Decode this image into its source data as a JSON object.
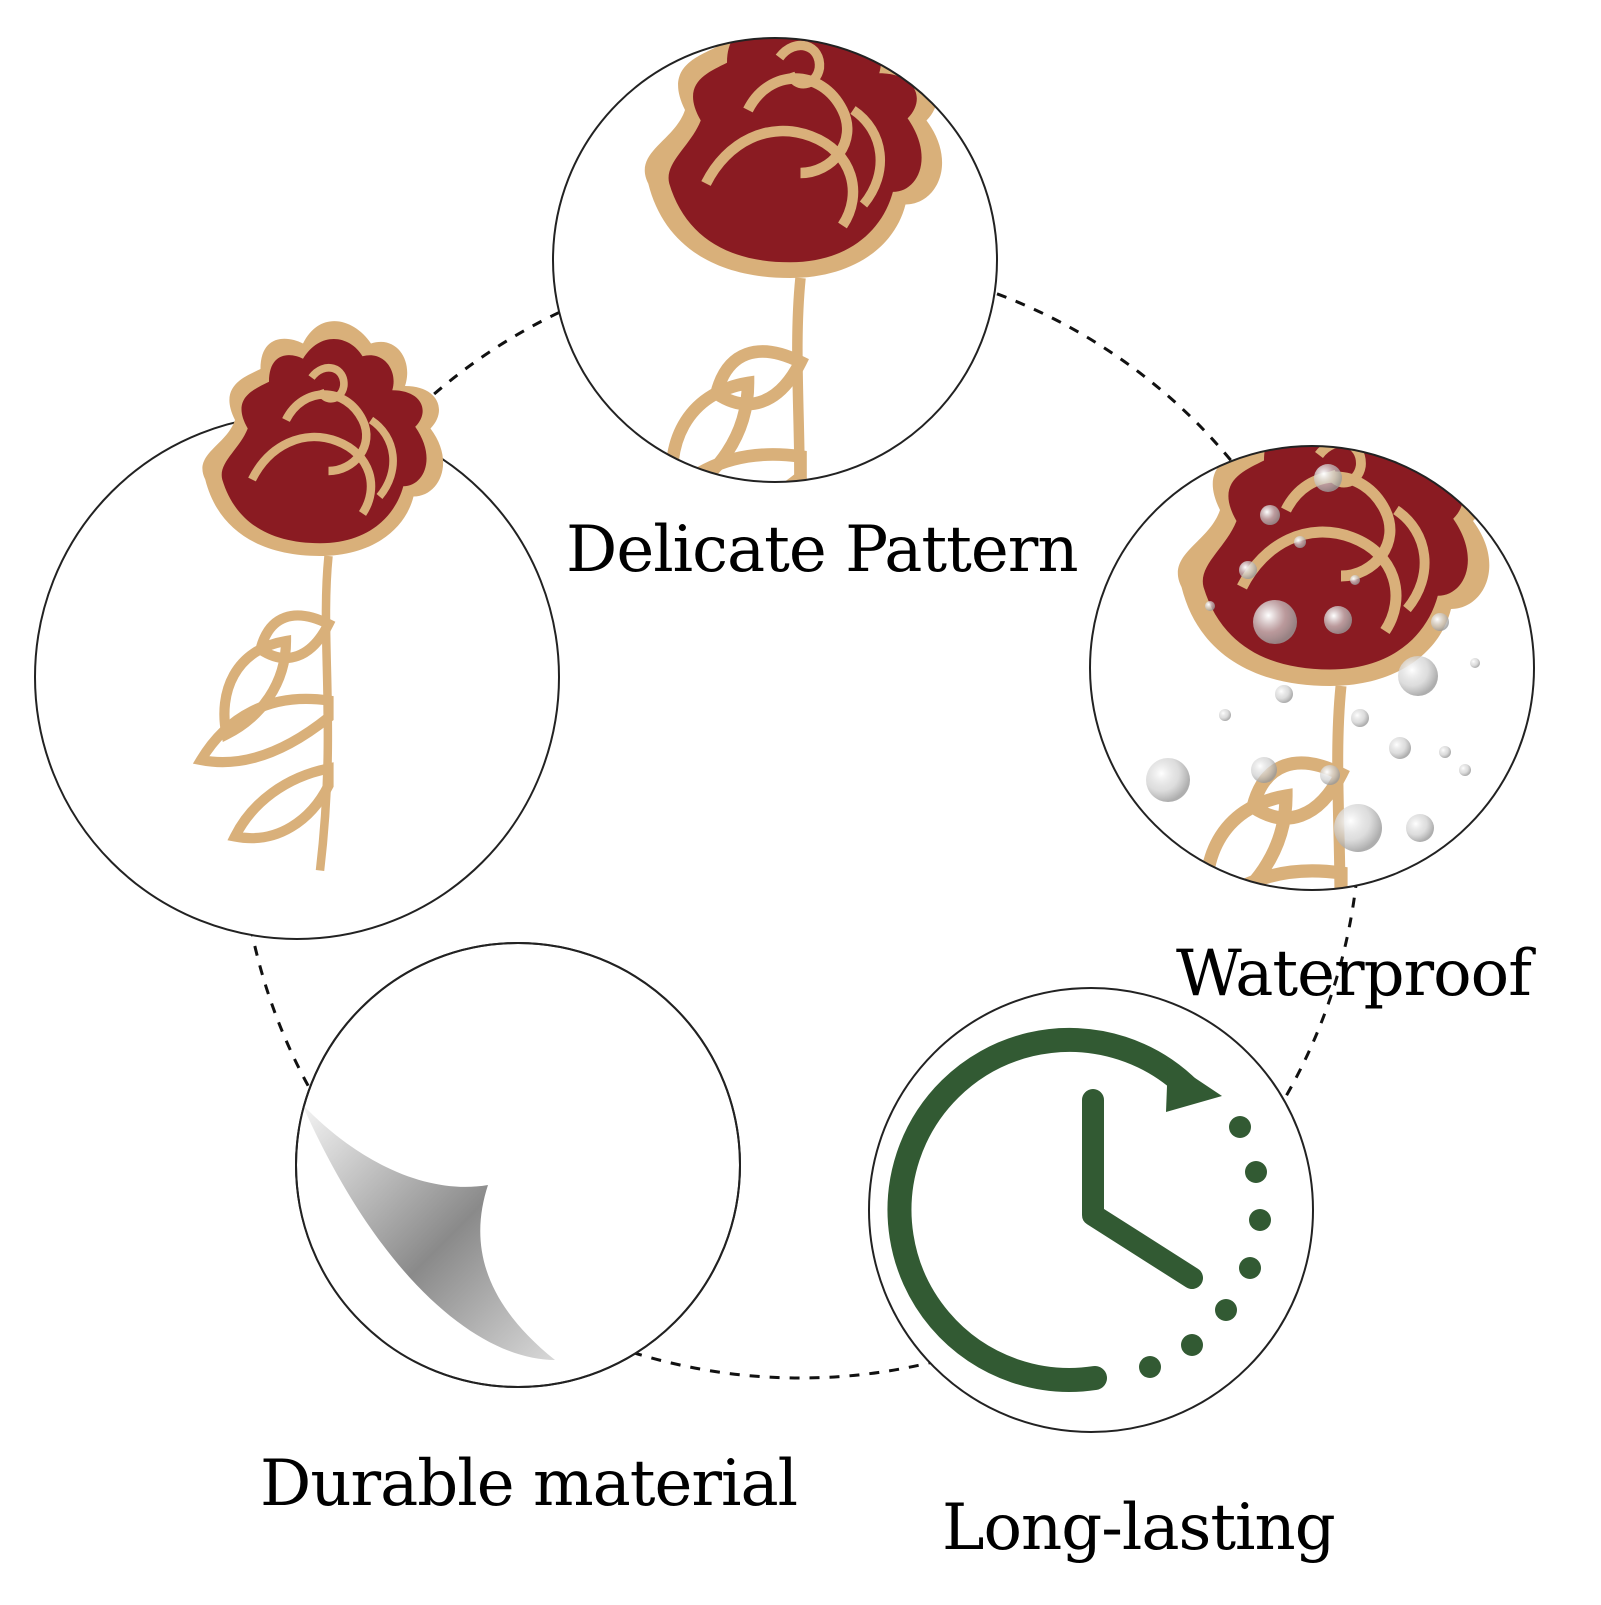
{
  "features": [
    {
      "id": "delicate",
      "label": "Delicate Pattern"
    },
    {
      "id": "waterproof",
      "label": "Waterproof"
    },
    {
      "id": "durable",
      "label": "Durable material"
    },
    {
      "id": "long",
      "label": "Long-lasting"
    }
  ],
  "colors": {
    "rose_red": "#8a1b22",
    "gold": "#d9b07a",
    "clock_green": "#325a33",
    "outline": "#222222",
    "paper_grey": "#e6e6e6"
  },
  "icons": [
    "rose-sticker-icon",
    "water-drops-icon",
    "peeling-sticker-icon",
    "clock-arrow-icon"
  ]
}
